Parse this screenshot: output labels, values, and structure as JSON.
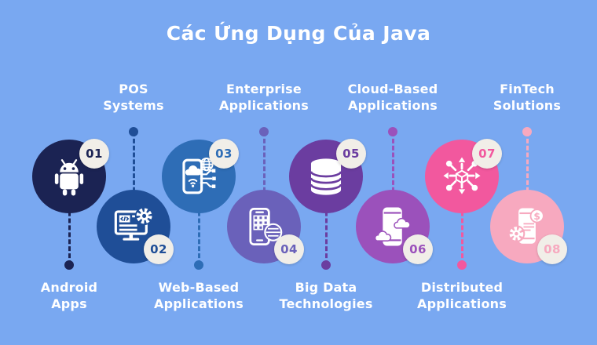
{
  "title": "Các Ứng Dụng Của Java",
  "colors": {
    "background": "#79a8f1",
    "badge_bg": "#f1eee8",
    "label_text": "#ffffff",
    "title_text": "#ffffff"
  },
  "items": [
    {
      "number": "01",
      "label": "Android Apps",
      "label_lines": [
        "Android",
        "Apps"
      ],
      "icon": "android-robot-icon",
      "color": "#1b2353",
      "label_position": "bottom"
    },
    {
      "number": "02",
      "label": "POS Systems",
      "label_lines": [
        "POS",
        "Systems"
      ],
      "icon": "pos-terminal-gear-icon",
      "color": "#1f4e97",
      "label_position": "top"
    },
    {
      "number": "03",
      "label": "Web-Based Applications",
      "label_lines": [
        "Web-Based",
        "Applications"
      ],
      "icon": "phone-cloud-network-icon",
      "color": "#2e6db6",
      "label_position": "bottom"
    },
    {
      "number": "04",
      "label": "Enterprise Applications",
      "label_lines": [
        "Enterprise",
        "Applications"
      ],
      "icon": "phone-keypad-globe-icon",
      "color": "#6a61ba",
      "label_position": "top"
    },
    {
      "number": "05",
      "label": "Big Data Technologies",
      "label_lines": [
        "Big Data",
        "Technologies"
      ],
      "icon": "database-stack-icon",
      "color": "#6b3da0",
      "label_position": "bottom"
    },
    {
      "number": "06",
      "label": "Cloud-Based Applications",
      "label_lines": [
        "Cloud-Based",
        "Applications"
      ],
      "icon": "phone-clouds-icon",
      "color": "#9b51bb",
      "label_position": "top"
    },
    {
      "number": "07",
      "label": "Distributed Applications",
      "label_lines": [
        "Distributed",
        "Applications"
      ],
      "icon": "cube-distributed-network-icon",
      "color": "#f2589e",
      "label_position": "bottom"
    },
    {
      "number": "08",
      "label": "FinTech Solutions",
      "label_lines": [
        "FinTech",
        "Solutions"
      ],
      "icon": "phone-dollar-gear-icon",
      "color": "#f7a9bf",
      "label_position": "top"
    }
  ]
}
